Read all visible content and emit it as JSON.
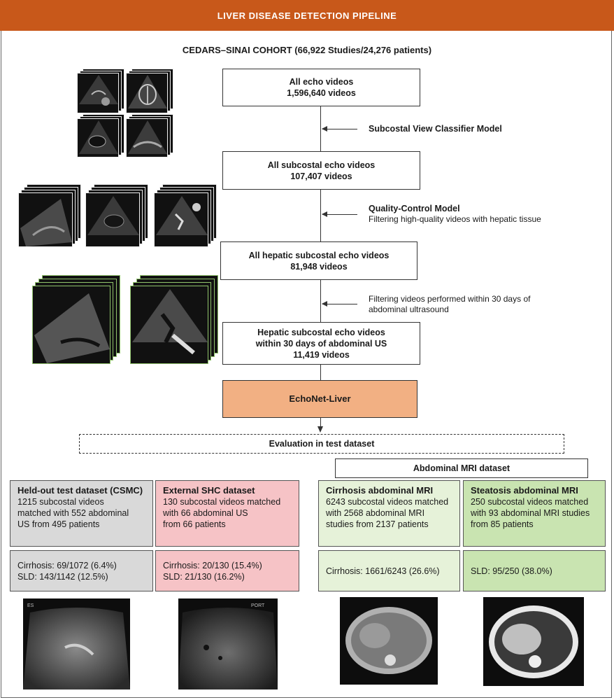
{
  "header": {
    "title": "LIVER DISEASE DETECTION PIPELINE"
  },
  "cohort": {
    "label": "CEDARS–SINAI COHORT (66,922 Studies/24,276 patients)"
  },
  "flow": [
    {
      "title": "All echo videos",
      "value": "1,596,640 videos"
    },
    {
      "title": "All subcostal echo videos",
      "value": "107,407 videos"
    },
    {
      "title": "All hepatic subcostal echo videos",
      "value": "81,948 videos"
    },
    {
      "title": "Hepatic subcostal echo videos",
      "subtitle": "within 30 days of abdominal US",
      "value": "11,419 videos"
    }
  ],
  "steps": {
    "s1": {
      "title": "Subcostal View Classifier Model"
    },
    "s2": {
      "title": "Quality-Control Model",
      "desc": "Filtering high-quality videos with hepatic tissue"
    },
    "s3": {
      "line1": "Filtering videos performed within 30 days of",
      "line2": "abdominal ultrasound"
    }
  },
  "model": {
    "label": "EchoNet-Liver"
  },
  "evaluation": {
    "label": "Evaluation in test dataset"
  },
  "mri_header": {
    "label": "Abdominal MRI dataset"
  },
  "datasets": [
    {
      "title": "Held-out test dataset (CSMC)",
      "lines": [
        "1215 subcostal videos",
        "matched with 552 abdominal",
        "US from 495 patients"
      ],
      "stats": [
        "Cirrhosis: 69/1072 (6.4%)",
        "SLD: 143/1142 (12.5%)"
      ]
    },
    {
      "title": "External SHC dataset",
      "lines": [
        "130 subcostal videos matched",
        "with 66 abdominal US",
        "from 66 patients"
      ],
      "stats": [
        "Cirrhosis: 20/130 (15.4%)",
        "SLD: 21/130 (16.2%)"
      ]
    },
    {
      "title": "Cirrhosis abdominal MRI",
      "lines": [
        "6243 subcostal videos matched",
        "with 2568 abdominal MRI",
        "studies from 2137 patients"
      ],
      "stats": [
        "Cirrhosis: 1661/6243 (26.6%)"
      ]
    },
    {
      "title": "Steatosis abdominal MRI",
      "lines": [
        "250 subcostal videos matched",
        "with 93 abdominal MRI studies",
        "from 85 patients"
      ],
      "stats": [
        "SLD: 95/250 (38.0%)"
      ]
    }
  ],
  "image_labels": {
    "us1": "ES",
    "us2": "PORT"
  },
  "colors": {
    "header": "#c8581a",
    "model": "#f2b083",
    "gray": "#d9d9d9",
    "pink": "#f6c3c6",
    "light_green": "#e6f2d9",
    "green": "#c9e4b1"
  }
}
